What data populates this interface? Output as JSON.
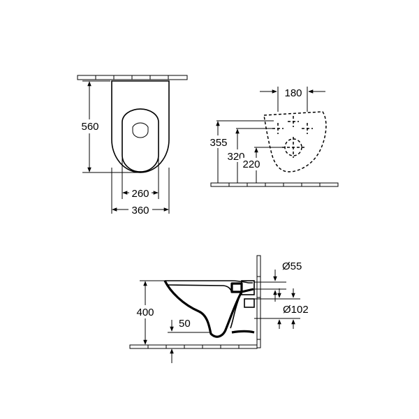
{
  "top_view": {
    "dim_length": "560",
    "dim_seat_width": "260",
    "dim_total_width": "360"
  },
  "front_view": {
    "dim_hole_spacing": "180",
    "dim_height_355": "355",
    "dim_height_320": "320",
    "dim_height_220": "220"
  },
  "side_view": {
    "dim_height_400": "400",
    "dim_floor_50": "50",
    "dim_diameter_55": "Ø55",
    "dim_diameter_102": "Ø102"
  }
}
